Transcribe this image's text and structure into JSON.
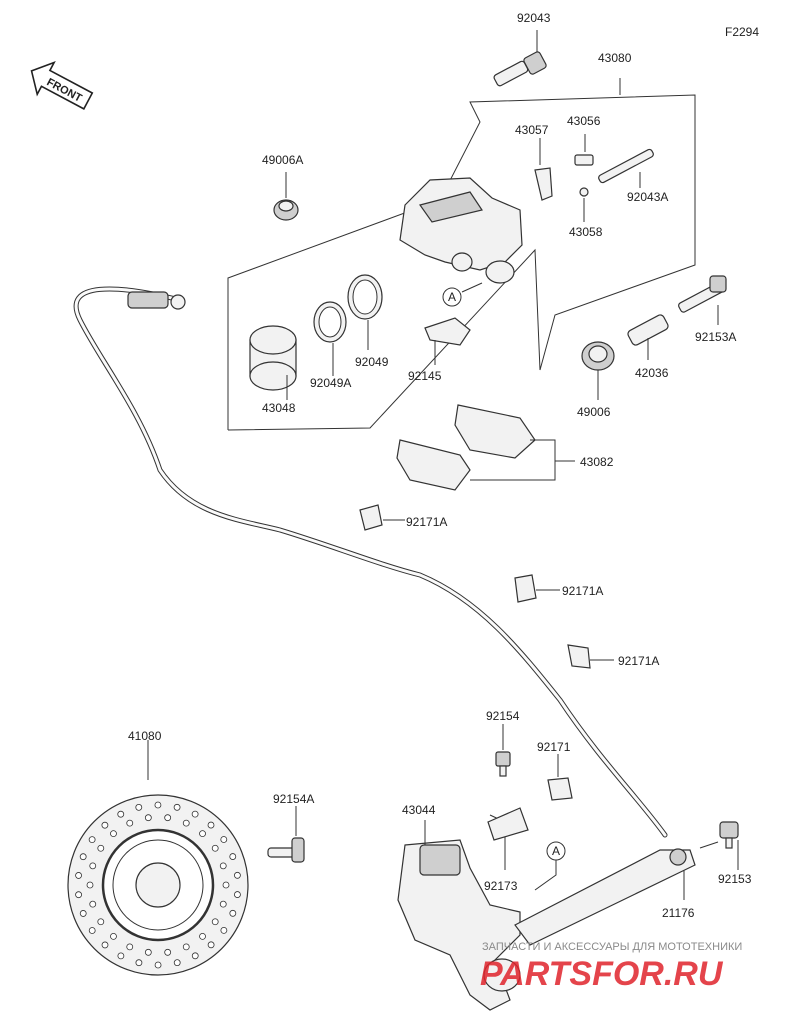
{
  "figure_code": "F2294",
  "front_label": "FRONT",
  "callout_marker": "A",
  "parts": [
    {
      "code": "92043"
    },
    {
      "code": "43080"
    },
    {
      "code": "43057"
    },
    {
      "code": "43056"
    },
    {
      "code": "49006A"
    },
    {
      "code": "92043A"
    },
    {
      "code": "43058"
    },
    {
      "code": "92049"
    },
    {
      "code": "92049A"
    },
    {
      "code": "43048"
    },
    {
      "code": "92145"
    },
    {
      "code": "92153A"
    },
    {
      "code": "42036"
    },
    {
      "code": "49006"
    },
    {
      "code": "43082"
    },
    {
      "code": "92171A"
    },
    {
      "code": "92171A"
    },
    {
      "code": "92171A"
    },
    {
      "code": "92154"
    },
    {
      "code": "92171"
    },
    {
      "code": "41080"
    },
    {
      "code": "92154A"
    },
    {
      "code": "43044"
    },
    {
      "code": "92173"
    },
    {
      "code": "92153"
    },
    {
      "code": "21176"
    }
  ],
  "watermark": {
    "caption": "ЗАПЧАСТИ И АКСЕССУАРЫ ДЛЯ МОТОТЕХНИКИ",
    "brand": "PARTSFOR.RU"
  }
}
